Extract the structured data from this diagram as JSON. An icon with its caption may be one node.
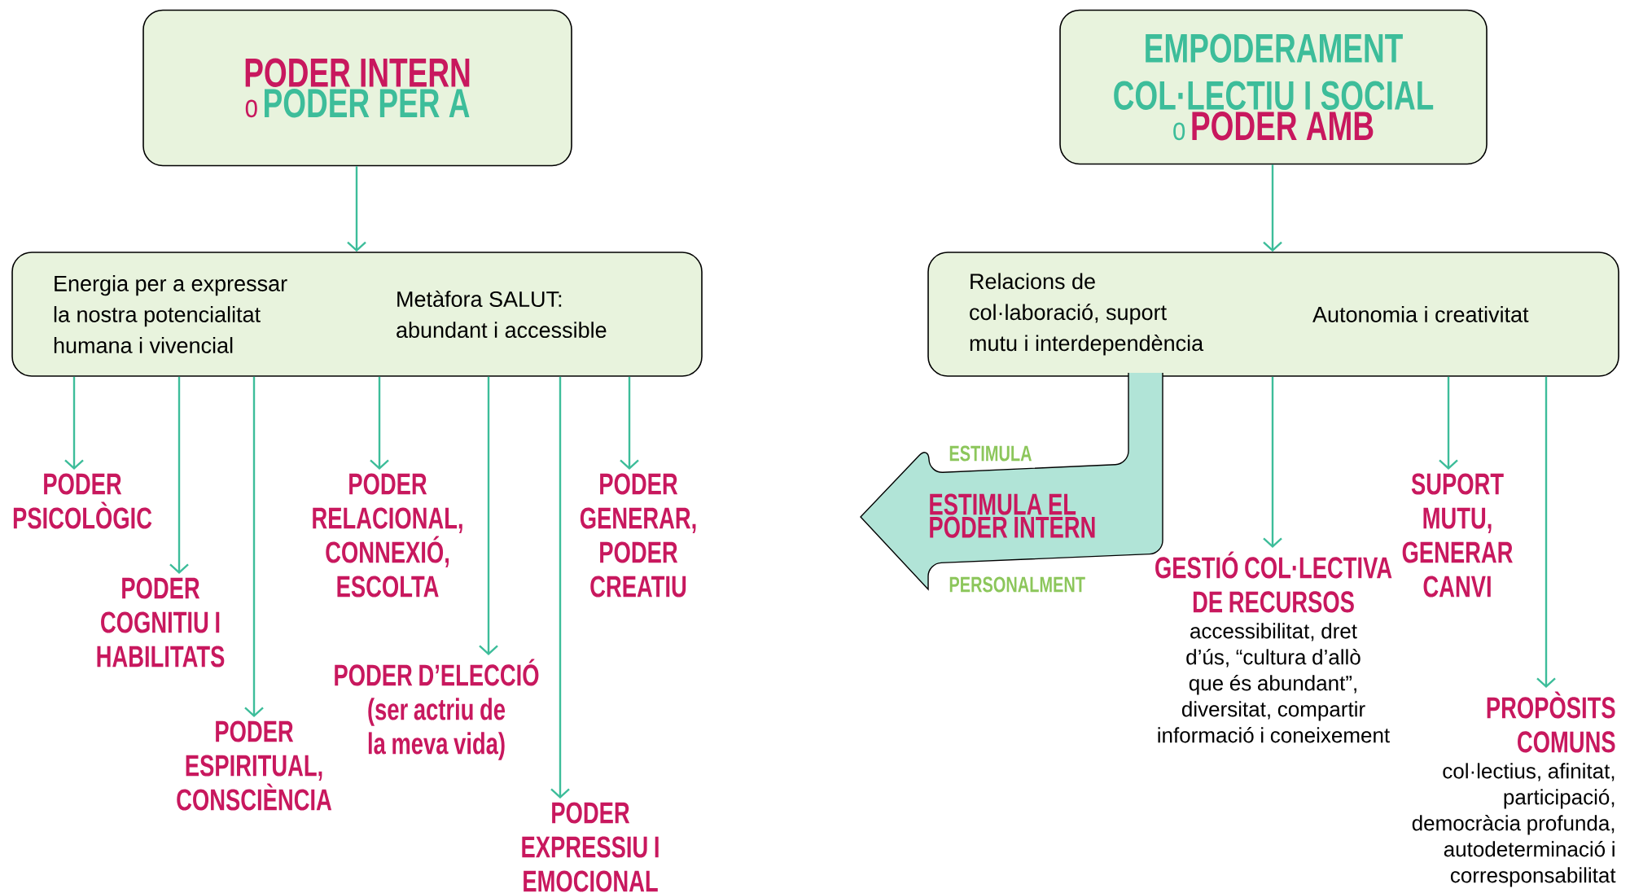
{
  "diagram": {
    "nodes": [
      {
        "text": [
          "PODER INTERN",
          "o",
          "PODER PER A"
        ]
      },
      {
        "text": [
          "Energia per a expressar la nostra potencialitat humana i vivencial",
          "Metàfora SALUT: abundant i accessible"
        ]
      },
      {
        "text": [
          "PODER PSICOLÒGIC"
        ]
      },
      {
        "text": [
          "PODER COGNITIU I HABILITATS"
        ]
      },
      {
        "text": [
          "PODER ESPIRITUAL, CONSCIÈNCIA"
        ]
      },
      {
        "text": [
          "PODER RELACIONAL, CONNEXIÓ, ESCOLTA"
        ]
      },
      {
        "text": [
          "PODER D’ELECCIÓ (ser actriu de la meva vida)"
        ]
      },
      {
        "text": [
          "PODER EXPRESSIU I EMOCIONAL"
        ]
      },
      {
        "text": [
          "PODER GENERAR, PODER CREATIU"
        ]
      },
      {
        "text": [
          "EMPODERAMENT COL·LECTIU I SOCIAL",
          "o",
          "PODER AMB"
        ]
      },
      {
        "text": [
          "Relacions de col·laboració, suport mutu i interdependència",
          "Autonomia i creativitat"
        ]
      },
      {
        "text": [
          "ESTIMULA",
          "ESTIMULA EL PODER INTERN",
          "PERSONALMENT"
        ]
      },
      {
        "text": [
          "GESTIÓ COL·LECTIVA DE RECURSOS",
          "accessibilitat, dret d’ús, “cultura d’allò que és abundant”, diversitat, compartir informació i coneixement"
        ]
      },
      {
        "text": [
          "SUPORT MUTU, GENERAR CANVI"
        ]
      },
      {
        "text": [
          "PROPÒSITS COMUNS",
          "col·lectius, afinitat, participació, democràcia profunda, autodeterminació i corresponsabilitat"
        ]
      }
    ],
    "edges": [
      {
        "from": 0,
        "to": 1,
        "arrow": "to"
      },
      {
        "from": 1,
        "to": 2,
        "arrow": "to"
      },
      {
        "from": 1,
        "to": 3,
        "arrow": "to"
      },
      {
        "from": 1,
        "to": 4,
        "arrow": "to"
      },
      {
        "from": 1,
        "to": 5,
        "arrow": "to"
      },
      {
        "from": 1,
        "to": 6,
        "arrow": "to"
      },
      {
        "from": 1,
        "to": 7,
        "arrow": "to"
      },
      {
        "from": 1,
        "to": 8,
        "arrow": "to"
      },
      {
        "from": 9,
        "to": 10,
        "arrow": "to"
      },
      {
        "from": 10,
        "to": 12,
        "arrow": "to"
      },
      {
        "from": 10,
        "to": 13,
        "arrow": "to"
      },
      {
        "from": 10,
        "to": 14,
        "arrow": "to"
      }
    ]
  }
}
